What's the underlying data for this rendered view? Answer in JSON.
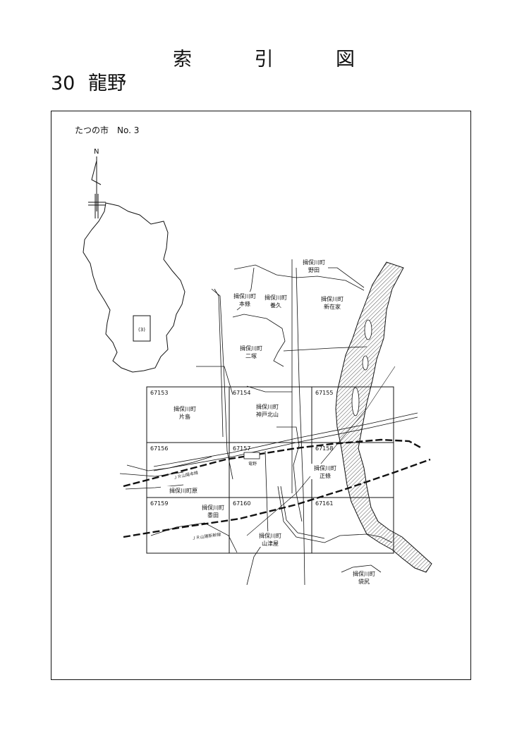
{
  "title": {
    "chars": [
      "索",
      "引",
      "図"
    ],
    "number": "30",
    "area": "龍野"
  },
  "map": {
    "sheet_label": "たつの市　No. 3",
    "north_label": "N",
    "inset_label": "(3)",
    "grid_cells": [
      {
        "id": "67153"
      },
      {
        "id": "67154"
      },
      {
        "id": "67155"
      },
      {
        "id": "67156"
      },
      {
        "id": "67157"
      },
      {
        "id": "67158"
      },
      {
        "id": "67159"
      },
      {
        "id": "67160"
      },
      {
        "id": "67161"
      }
    ],
    "places": [
      {
        "line1": "揖保川町",
        "line2": "野田"
      },
      {
        "line1": "揖保川町",
        "line2": "本條"
      },
      {
        "line1": "揖保川町",
        "line2": "養久"
      },
      {
        "line1": "揖保川町",
        "line2": "新在家"
      },
      {
        "line1": "揖保川町",
        "line2": "二塚"
      },
      {
        "line1": "揖保川町",
        "line2": "片島"
      },
      {
        "line1": "揖保川町",
        "line2": "神戸北山"
      },
      {
        "line1": "揖保川町",
        "line2": "正條"
      },
      {
        "line1": "揖保川町原",
        "line2": ""
      },
      {
        "line1": "揖保川町",
        "line2": "黍田"
      },
      {
        "line1": "揖保川町",
        "line2": "山津屋"
      },
      {
        "line1": "揖保川町",
        "line2": "袋尻"
      }
    ],
    "railways": {
      "sanyo_main": "ＪＲ山陽本線",
      "shinkansen": "ＪＲ山陽新幹線",
      "station": "竜野"
    }
  }
}
